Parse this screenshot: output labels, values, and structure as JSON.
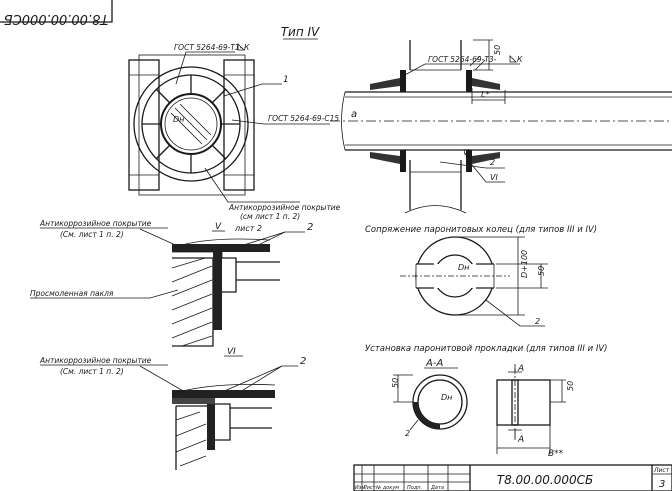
{
  "document": {
    "rotated_code": "Т8.00.00.000СБ",
    "type_title": "Тип IV",
    "number": "Т8.00.00.000СБ",
    "sheet_label": "Лист",
    "sheet_number": "3"
  },
  "titleblock": {
    "columns": [
      "Изм",
      "Лист",
      "№ докум",
      "Подп.",
      "Дата"
    ]
  },
  "view_main": {
    "gost_top_left": "ГОСТ 5264-69-Т1-",
    "gost_tag_k1": "К",
    "gost_right": "ГОСТ 5264-69-С15",
    "label_1": "1",
    "label_dn": "Dн",
    "coating_note_line1": "Антикоррозийное покрытие",
    "coating_note_line2": "(см лист 1 п. 2)"
  },
  "view_section": {
    "dim_50": "50",
    "gost_mid": "ГОСТ 5264-69-Т3-",
    "gost_tag_k2": "К",
    "label_a": "а",
    "dim_l": "L*",
    "label_2": "2",
    "ref_v": "V",
    "ref_vi": "VI"
  },
  "detail_v": {
    "coating_line1": "Антикоррозийное покрытие",
    "coating_line2": "(См. лист 1 п. 2)",
    "title": "V",
    "subtitle": "лист 2",
    "label_2": "2",
    "packing": "Просмоленная пакля"
  },
  "detail_vi": {
    "coating_line1": "Антикоррозийное покрытие",
    "coating_line2": "(См. лист 1 п. 2)",
    "title": "VI",
    "label_2": "2"
  },
  "rings": {
    "title": "Сопряжение паронитовых колец (для типов III и IV)",
    "label_dn": "Dн",
    "dim_d": "D+100",
    "dim_50": "50",
    "label_2": "2"
  },
  "gasket": {
    "title": "Установка паронитовой прокладки (для типов III и IV)",
    "section_title": "А-А",
    "label_a1": "А",
    "label_a2": "А",
    "dim_50_left": "50",
    "dim_50_right": "50",
    "label_dn": "Dн",
    "label_2": "2",
    "label_b": "В**"
  }
}
